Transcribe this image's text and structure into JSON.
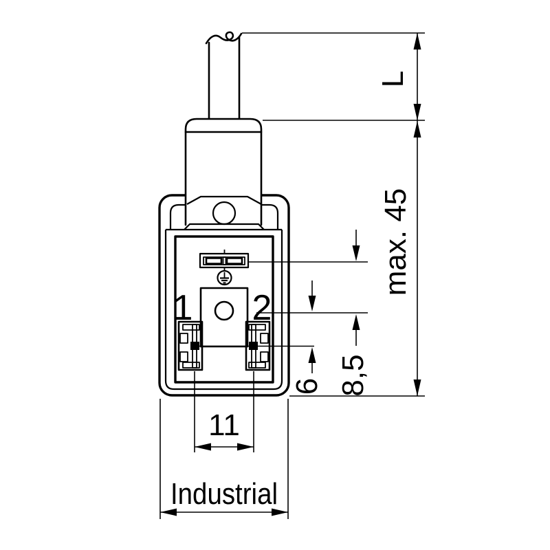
{
  "diagram": {
    "title": "valve-connector-dimension-drawing",
    "colors": {
      "line": "#000000",
      "background": "#ffffff"
    },
    "pins": {
      "pin1": "1",
      "pin2": "2"
    },
    "dimensions": {
      "cable_length": "L",
      "overall_height": "max. 45",
      "slot_to_center": "8,5",
      "center_to_contact": "6",
      "contact_spacing": "11",
      "overall_width": "Industrial"
    }
  }
}
